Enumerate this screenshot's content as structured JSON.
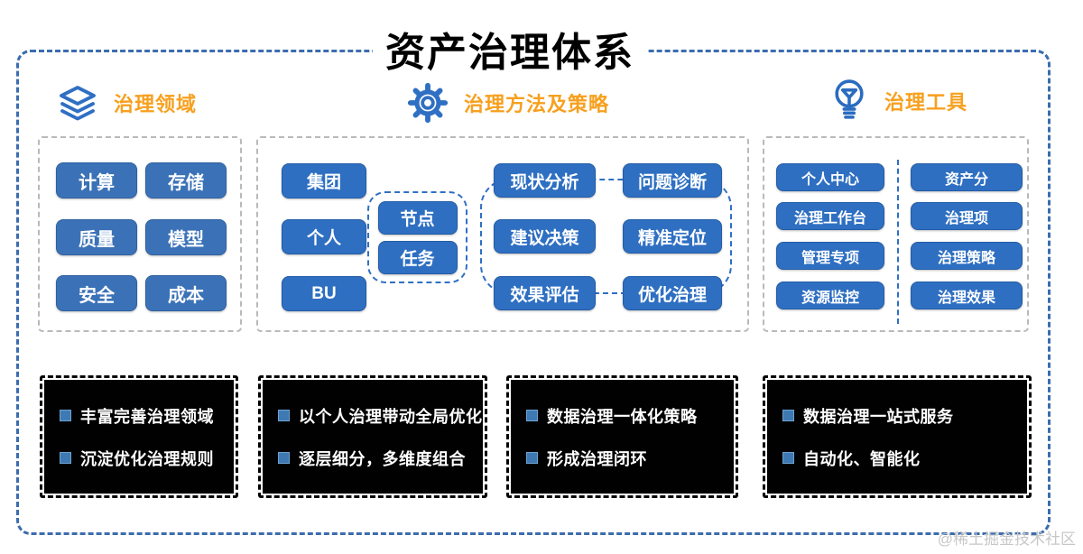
{
  "title": "资产治理体系",
  "watermark": "@稀土掘金技术社区",
  "colors": {
    "accent_orange": "#f7a01e",
    "button_blue": "#2e6fc2",
    "button_blue_muted": "#3b72b7",
    "frame_dash_blue": "#3b6cae",
    "panel_dash_gray": "#b9b9b9",
    "summary_bg": "#010101"
  },
  "sections": {
    "domain": {
      "label": "治理领域",
      "icon": "layers-icon"
    },
    "methods": {
      "label": "治理方法及策略",
      "icon": "gear-icon"
    },
    "tools": {
      "label": "治理工具",
      "icon": "lightbulb-icon"
    }
  },
  "panels": {
    "domain": {
      "buttons": [
        "计算",
        "存储",
        "质量",
        "模型",
        "安全",
        "成本"
      ]
    },
    "methods": {
      "org_buttons": [
        "集团",
        "个人",
        "BU"
      ],
      "node_buttons": [
        "节点",
        "任务"
      ],
      "cycle_buttons": [
        "现状分析",
        "问题诊断",
        "建议决策",
        "精准定位",
        "效果评估",
        "优化治理"
      ]
    },
    "tools": {
      "left_buttons": [
        "个人中心",
        "治理工作台",
        "管理专项",
        "资源监控"
      ],
      "right_buttons": [
        "资产分",
        "治理项",
        "治理策略",
        "治理效果"
      ]
    }
  },
  "summaries": [
    {
      "items": [
        "丰富完善治理领域",
        "沉淀优化治理规则"
      ]
    },
    {
      "items": [
        "以个人治理带动全局优化",
        "逐层细分，多维度组合"
      ]
    },
    {
      "items": [
        "数据治理一体化策略",
        "形成治理闭环"
      ]
    },
    {
      "items": [
        "数据治理一站式服务",
        "自动化、智能化"
      ]
    }
  ]
}
